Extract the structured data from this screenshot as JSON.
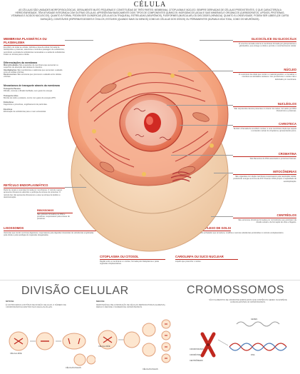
{
  "title": "CÉLULA",
  "intro": "AS CÉLULAS SÃO UNIDADES MORFOFISIOLÓGICAS, GERALMENTE MUITO PEQUENAS E CONSTITUÍDAS DE TRÊS PARTES: MEMBRANA, CITOPLASMA E NÚCLEO. SEMPRE DERIVADAS DE CÉLULAS PREEXISTENTES, O QUE CARACTERIZA A HEREDITARIEDADE, TÊM ATIVIDADE INTEGRADA COM OUTRAS CÉLULAS. APRESENTAM BASICAMENTE DOIS TIPOS DE COMPONENTES QUÍMICOS: INORGÂNICOS (ÁGUA E SAIS MINERAIS) E ORGÂNICOS (CARBOIDRATOS, LIPÍDIOS, PROTEÍNAS, VITAMINAS E ÁCIDOS NUCLEICOS). QUANTO À FORMA, PODEM SER CILÍNDRICAS (CÉLULAS DA TRAQUEIA), ESTRELADAS (NEURÔNIOS), FUSIFORMES (MUSCULAR) OU DISCOIDES (HEMÁCIA). QUANTO À LONGEVIDADE, PODEM SER LÁBEIS (DE CURTA DURAÇÃO), CONSTÁVEIS (ESPERMATOZOIDES E ÓVULOS, ESTÁVEIS (QUANDO MAIS OU MENOS) COMO AS CÉLULAS DOS OSSOS) OU PERMANENTES (DURAM A VIDA TODA, COMO OS NEURÔNIOS).",
  "left_sections": {
    "membrana": {
      "title": "MEMBRANA PLASMÁTICA OU PLASMALEMA",
      "text": "Envoltório de todas as células, delimita a área da célula, formada de fosfolipídios e proteínas, seleciona e controla a passagem de substâncias, permitindo a entrada de substâncias necessárias e a saída de substâncias inúteis ou tóxicas para a célula."
    },
    "especializacoes": {
      "title": "Diferenciações da membrana",
      "items": [
        {
          "name": "Microvilosidades",
          "text": "São expansões da membrana que aumentam a superfície de absorção das células do intestino."
        },
        {
          "name": "Interdigitações",
          "text": "São reentrâncias e saliências que aumentam a adesão entre as células vizinhas."
        },
        {
          "name": "Desmossomos",
          "text": "São estruturas que promovem a adesão entre células vizinhas."
        }
      ]
    },
    "transporte": {
      "title": "Mecanismos de transporte através da membrana",
      "items": [
        {
          "name": "Transporte Passivo",
          "text": "Difusão, osmose e difusão facilitada, sem gasto de energia."
        },
        {
          "name": "Transporte Ativo",
          "text": "Bomba de sódio e potássio, ocorre com gasto de energia (ATP)."
        },
        {
          "name": "Endocitose",
          "text": "Fagocitose e pinocitose, englobamento de partículas."
        },
        {
          "name": "Exocitose",
          "text": "Eliminação de substâncias para o meio extracelular."
        }
      ]
    },
    "reticulo": {
      "title": "RETÍCULO ENDOPLASMÁTICO",
      "text": "Rede de canais e vesículas formada por membranas. O retículo rugoso apresenta ribossomos aderidos e participa da síntese de proteínas. O retículo liso não apresenta ribossomos e atua na síntese de lipídios e desintoxicação."
    },
    "lisossomos": {
      "title": "LISOSSOMOS",
      "text": "Vesículas que contêm enzimas digestivas, responsáveis pela digestão intracelular de substâncias englobadas pela célula e pela autofagia de organelas desgastadas."
    }
  },
  "right_sections": {
    "glicocalice": {
      "title": "GLICOCÁLICE OU GLICOCÁLIX",
      "text": "É uma fina camada externa à membrana formada por glicoproteínas e glicolipídios, que protege a célula e permite o reconhecimento celular."
    },
    "nucleo": {
      "title": "NÚCLEO",
      "text": "É a estrutura da célula que contém o material genético, a cromatina, e coordena as atividades celulares. Nos procariontes o núcleo não é delimitado por membrana."
    },
    "nucleolos": {
      "title": "NUCLÉOLOS",
      "text": "São corpúsculos densos presentes no interior do núcleo, formados por RNA ribossômico e proteínas."
    },
    "carioteca": {
      "title": "CARIOTECA",
      "text": "Também chamada de envoltório nuclear, é uma membrana dupla que separa o conteúdo nuclear do citoplasma, apresentando poros."
    },
    "cromatina": {
      "title": "CROMATINA",
      "text": "São filamentos de DNA associados a proteínas histonas."
    },
    "mitocondrias": {
      "title": "MITOCÔNDRIAS",
      "text": "São organelas com dupla membrana responsáveis pela respiração celular, produzindo energia na forma de ATP. Possuem DNA próprio e capacidade de autoduplicação."
    },
    "centriolos": {
      "title": "CENTRÍOLOS",
      "text": "São estruturas cilíndricas formadas por microtúbulos que participam da divisão celular e da formação de cílios e flagelos."
    },
    "golgi": {
      "title": "COMPLEXO DE GOLGI",
      "text": "Conjunto de sáculos achatados que armazena, modifica e secreta substâncias produzidas no retículo endoplasmático."
    }
  },
  "bottom_labels": {
    "ribossomos": {
      "title": "RIBOSSOMOS",
      "text": "São grânulos formados por RNA e proteínas, responsáveis pela síntese de proteínas."
    },
    "citoplasma": {
      "title": "CITOPLASMA OU CITOSOL",
      "text": "Região entre a membrana e o núcleo, formada pelo hialoplasma e pelas organelas citoplasmáticas."
    },
    "carioplasma": {
      "title": "CARIOLINFA OU SUCO NUCLEAR",
      "text": "Líquido que preenche o núcleo."
    }
  },
  "divisao": {
    "heading": "DIVISÃO CELULAR",
    "mitose": {
      "title": "MITOSE",
      "text": "É UM PROCESSO CONTÍNUO DE DIVISÃO CELULAR, O NÚMERO DE CROMOSSOMOS É MANTIDO NAS CÉLULAS-FILHAS.",
      "labels": [
        "CÉLULA-MÃE",
        "CÉLULAS-FILHAS"
      ]
    },
    "meiose": {
      "title": "MEIOSE",
      "text": "RESPONSÁVEL PELA PRODUÇÃO DE CÉLULAS REPRODUTORAS (GAMETAS), REDUZ À METADE O NÚMERO DE CROMOSSOMOS.",
      "labels": [
        "CÉLULA-MÃE",
        "CÉLULAS-FILHAS"
      ]
    }
  },
  "cromossomos": {
    "heading": "CROMOSSOMOS",
    "text": "SÃO FILAMENTOS DE CROMATINA ENROLADOS QUE CONTÊM OS GENES. NA ESPÉCIE HUMANA EXISTEM 46 CROMOSSOMOS.",
    "labels": [
      "CROMOSSOMO",
      "DNA",
      "GENES",
      "CROMÁTIDE",
      "CENTRÔMERO"
    ]
  },
  "colors": {
    "accent": "#c0281f",
    "cell_outer": "#f3a07a",
    "cell_inner": "#f7b79c",
    "nucleus": "#e9572f"
  }
}
